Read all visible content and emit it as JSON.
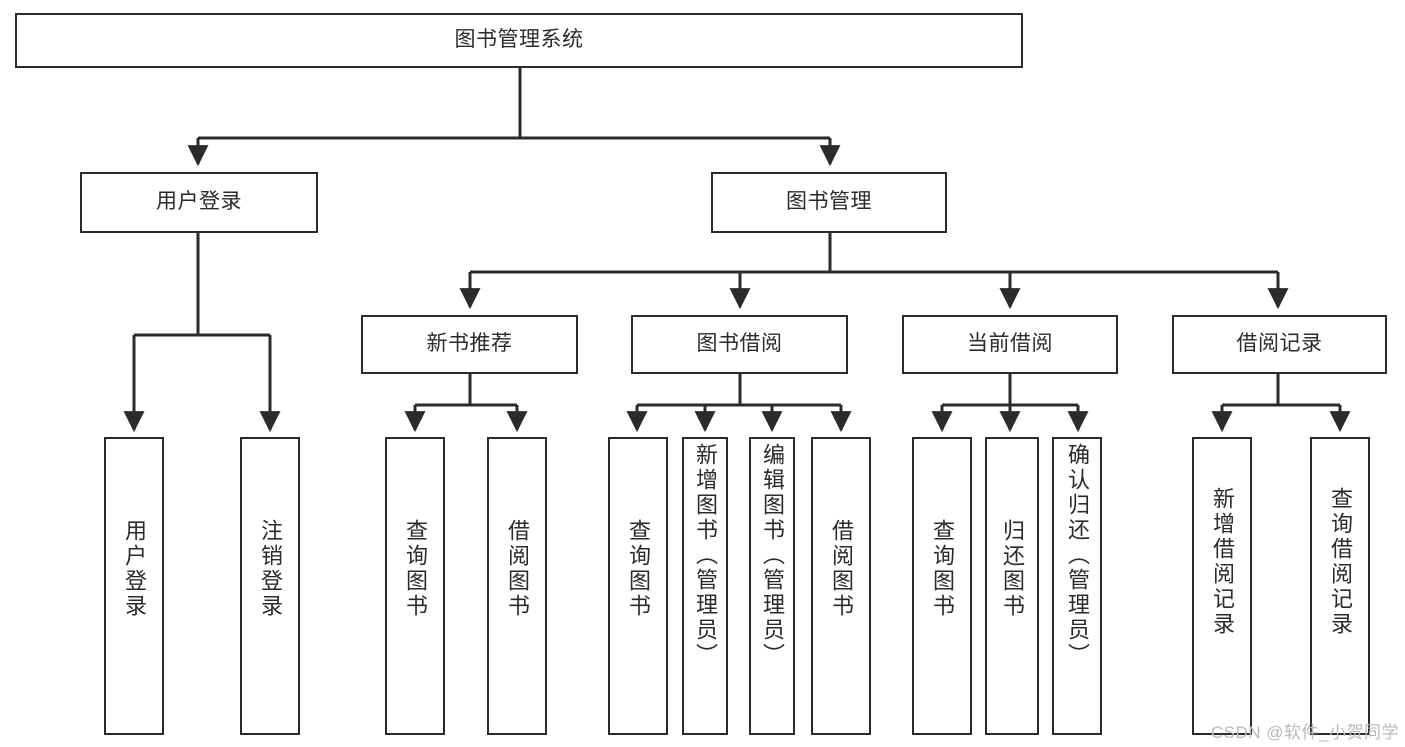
{
  "diagram": {
    "title": "图书管理系统",
    "watermark": "CSDN @软件_小贺同学",
    "type": "tree",
    "edge_color": "#2b2b2b",
    "box_border_color": "#2b2b2b",
    "background": "#ffffff"
  },
  "nodes": {
    "root": {
      "label": "图书管理系统"
    },
    "level1": [
      {
        "label": "用户登录"
      },
      {
        "label": "图书管理"
      }
    ],
    "level2": [
      {
        "label": "新书推荐"
      },
      {
        "label": "图书借阅"
      },
      {
        "label": "当前借阅"
      },
      {
        "label": "借阅记录"
      }
    ],
    "leaves_user_login": [
      {
        "label": "用户登录"
      },
      {
        "label": "注销登录"
      }
    ],
    "leaves_new_book": [
      {
        "label": "查询图书"
      },
      {
        "label": "借阅图书"
      }
    ],
    "leaves_borrow": [
      {
        "label": "查询图书"
      },
      {
        "label": "新增图书（管理员）"
      },
      {
        "label": "编辑图书（管理员）"
      },
      {
        "label": "借阅图书"
      }
    ],
    "leaves_current": [
      {
        "label": "查询图书"
      },
      {
        "label": "归还图书"
      },
      {
        "label": "确认归还（管理员）"
      }
    ],
    "leaves_records": [
      {
        "label": "新增借阅记录"
      },
      {
        "label": "查询借阅记录"
      }
    ]
  }
}
